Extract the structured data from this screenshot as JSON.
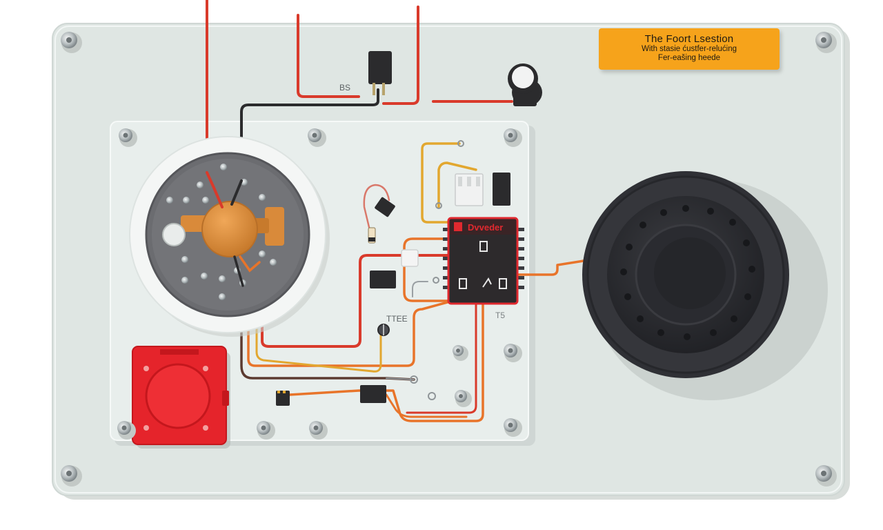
{
  "label": {
    "title": "The Foort Lsestion",
    "line1": "With stasie ćustfer-relućing",
    "line2": "Fer-eašing heede"
  },
  "chip": {
    "name": "Dvveder"
  },
  "markings": {
    "bs": "BS",
    "ttee": "TTEE",
    "t5": "T5"
  },
  "colors": {
    "panel": "#dfe6e3",
    "sub_panel": "#e6ecea",
    "label": "#f6a31b",
    "wire_red": "#d93a2b",
    "wire_orange": "#e8742a",
    "wire_yellow": "#e2a72f",
    "wire_black": "#2b2b2d",
    "button_red": "#e5242b",
    "motor_copper": "#d98a3a",
    "speaker_dark": "#2c2d31"
  }
}
